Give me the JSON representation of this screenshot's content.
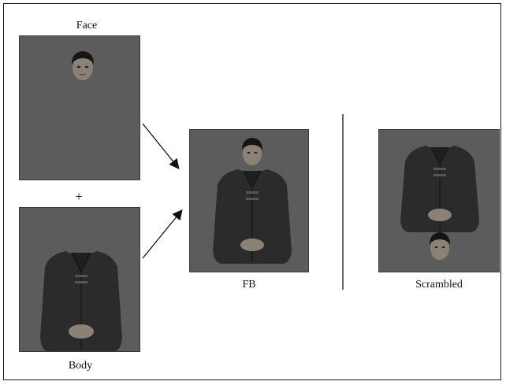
{
  "labels": {
    "face": "Face",
    "plus": "+",
    "body": "Body",
    "fb": "FB",
    "scrambled": "Scrambled"
  },
  "colors": {
    "panel_background": "#5c5c5c",
    "jacket": "#2b2b2b",
    "skin": "#8a8275",
    "hair": "#151515",
    "arrow": "#111111"
  },
  "icons": [
    "person-face-image",
    "person-body-image",
    "person-full-image",
    "person-scrambled-image",
    "arrow-icon"
  ]
}
